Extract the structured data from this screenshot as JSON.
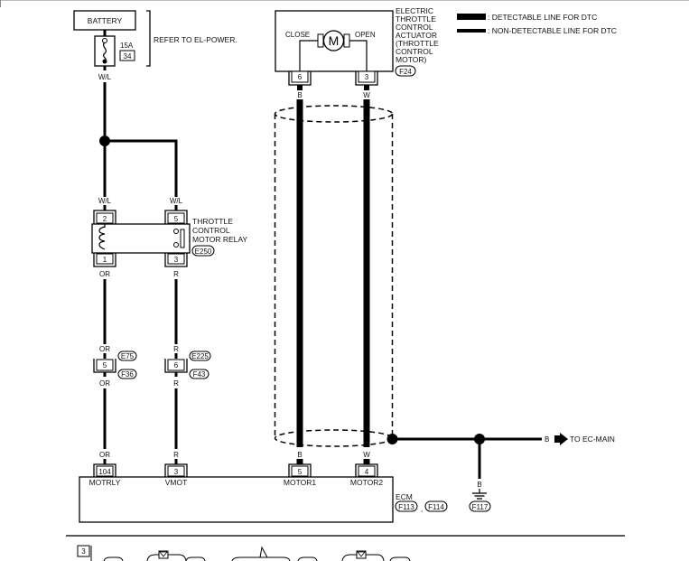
{
  "legend": {
    "detectable": ": DETECTABLE LINE FOR DTC",
    "non_detectable": ": NON-DETECTABLE LINE FOR DTC"
  },
  "battery": {
    "label": "BATTERY",
    "fuse_rating": "15A",
    "fuse_number": "34",
    "refer": "REFER TO EL-POWER.",
    "wire": "W/L"
  },
  "actuator": {
    "name_lines": [
      "ELECTRIC",
      "THROTTLE",
      "CONTROL",
      "ACTUATOR",
      "(THROTTLE",
      "CONTROL",
      "MOTOR)"
    ],
    "connector": "F24",
    "close_label": "CLOSE",
    "open_label": "OPEN",
    "motor_symbol": "M",
    "pin_left": "6",
    "pin_right": "3",
    "wire_left": "B",
    "wire_right": "W"
  },
  "relay": {
    "name_lines": [
      "THROTTLE",
      "CONTROL",
      "MOTOR RELAY"
    ],
    "connector": "E250",
    "pin_top_left": "2",
    "pin_top_right": "5",
    "pin_bottom_left": "1",
    "pin_bottom_right": "3",
    "wire_top_left": "W/L",
    "wire_top_right": "W/L",
    "wire_bottom_left": "OR",
    "wire_bottom_right": "R"
  },
  "joints": {
    "left": {
      "pin": "5",
      "wire_top": "OR",
      "wire_bottom": "OR",
      "conn_top": "E75",
      "conn_bottom": "F36"
    },
    "right": {
      "pin": "6",
      "wire_top": "R",
      "wire_bottom": "R",
      "conn_top": "E225",
      "conn_bottom": "F43"
    }
  },
  "ecm": {
    "label": "ECM",
    "connectors": [
      "F113",
      "F114"
    ],
    "separator": ",",
    "terminals": [
      {
        "pin": "104",
        "name": "MOTRLY",
        "wire": "OR"
      },
      {
        "pin": "3",
        "name": "VMOT",
        "wire": "R"
      },
      {
        "pin": "5",
        "name": "MOTOR1",
        "wire": "B"
      },
      {
        "pin": "4",
        "name": "MOTOR2",
        "wire": "W"
      }
    ]
  },
  "shield": {
    "to_label": "TO EC-MAIN",
    "to_wire": "B",
    "ground_wire": "B",
    "ground_connector": "F117"
  },
  "footer": {
    "box_number": "3"
  }
}
